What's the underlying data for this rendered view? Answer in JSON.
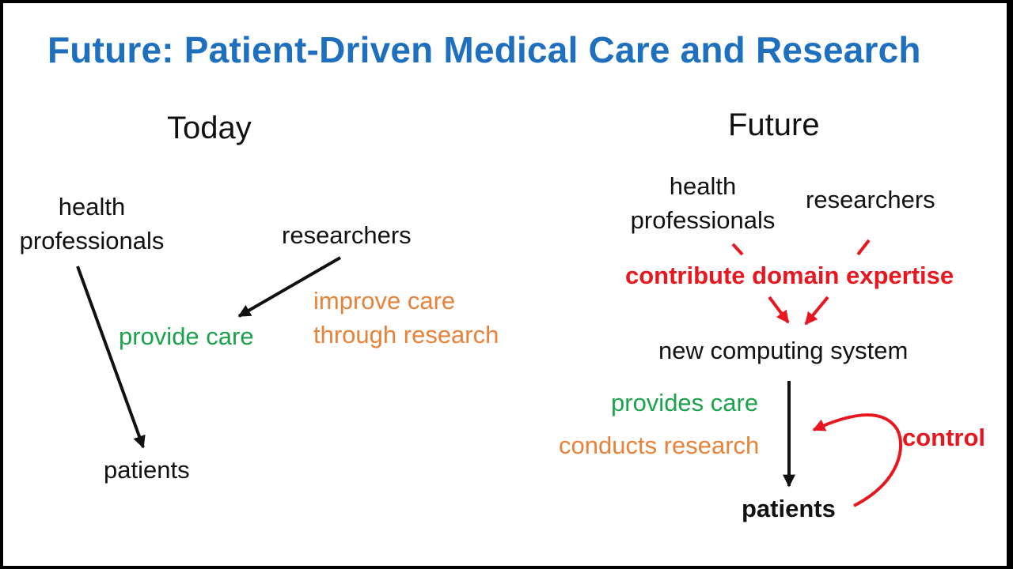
{
  "title": "Future: Patient-Driven Medical Care and Research",
  "colors": {
    "title": "#1f6fbf",
    "green": "#1aa34a",
    "orange": "#e8823a",
    "red": "#e8161f",
    "black": "#111111"
  },
  "today": {
    "heading": "Today",
    "health_professionals": "health\nprofessionals",
    "researchers": "researchers",
    "improve_care": "improve care\nthrough research",
    "provide_care": "provide care",
    "patients": "patients"
  },
  "future": {
    "heading": "Future",
    "health_professionals": "health\nprofessionals",
    "researchers": "researchers",
    "contribute": "contribute domain expertise",
    "system": "new computing system",
    "provides_care": "provides care",
    "conducts_research": "conducts research",
    "control": "control",
    "patients": "patients"
  }
}
